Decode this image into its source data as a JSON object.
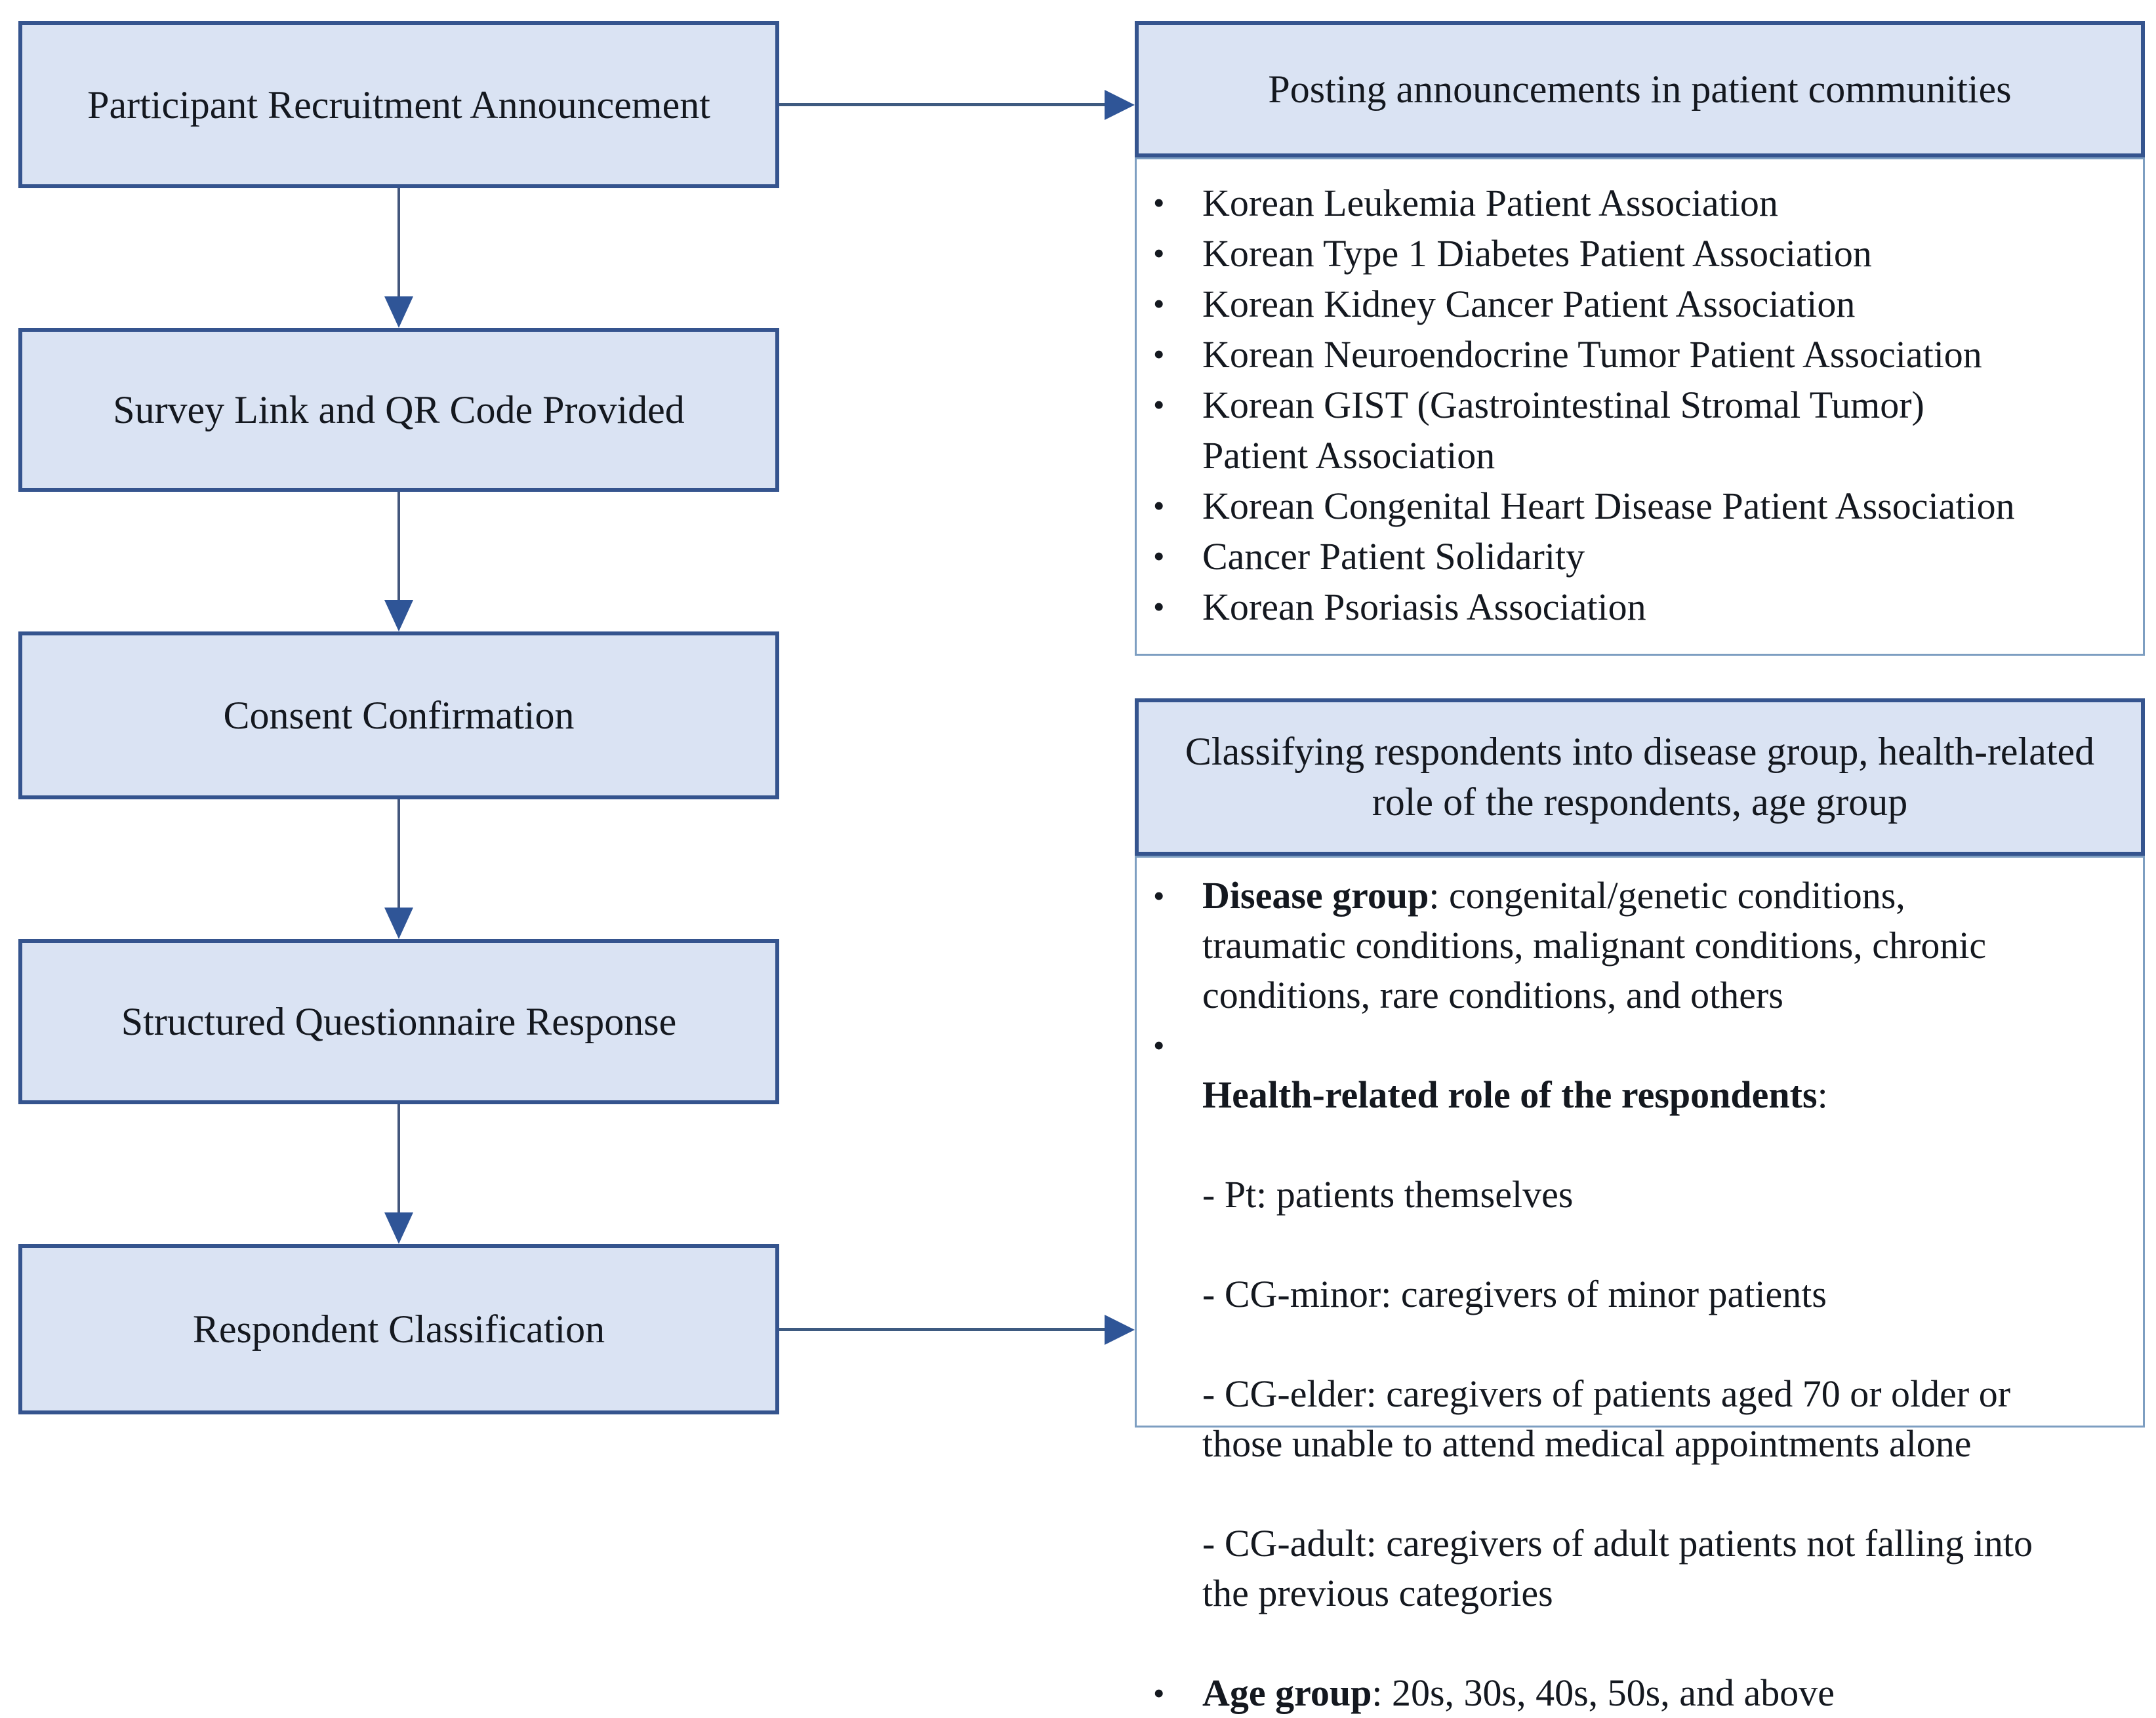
{
  "figure": {
    "bullet_glyph": "•",
    "flow_steps": [
      {
        "label": "Participant Recruitment Announcement"
      },
      {
        "label": "Survey Link and QR Code Provided"
      },
      {
        "label": "Consent Confirmation"
      },
      {
        "label": "Structured Questionnaire Response"
      },
      {
        "label": "Respondent Classification"
      }
    ],
    "communities_panel": {
      "title": "Posting announcements in patient communities",
      "items": [
        "Korean Leukemia Patient Association",
        "Korean Type 1 Diabetes Patient Association",
        "Korean Kidney Cancer Patient Association",
        "Korean Neuroendocrine Tumor Patient Association",
        "Korean GIST (Gastrointestinal Stromal Tumor)\nPatient Association",
        "Korean Congenital Heart Disease Patient Association",
        "Cancer Patient Solidarity",
        "Korean Psoriasis Association"
      ]
    },
    "classification_panel": {
      "title": "Classifying respondents into disease group, health-related\nrole of the respondents, age group",
      "items": [
        {
          "label": "Disease group",
          "text": ": congenital/genetic conditions,\ntraumatic conditions, malignant conditions, chronic\nconditions, rare conditions, and others"
        },
        {
          "label": "Health-related role of the respondents",
          "text": ":",
          "sub_items": [
            "- Pt: patients themselves",
            "- CG-minor: caregivers of minor patients",
            "- CG-elder: caregivers of patients aged 70 or older or\nthose unable to attend medical appointments alone",
            "- CG-adult: caregivers of adult patients not falling into\nthe previous categories"
          ]
        },
        {
          "label": "Age group",
          "text": ": 20s, 30s, 40s, 50s, and above"
        }
      ]
    },
    "colors": {
      "box_fill": "#dae3f3",
      "box_border": "#35548e",
      "panel_body_border": "#7d9ec1",
      "arrow": "#2f5597",
      "text": "#14181f"
    }
  }
}
